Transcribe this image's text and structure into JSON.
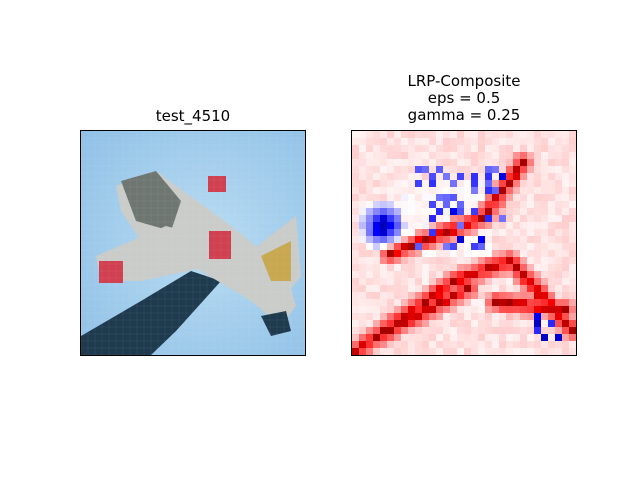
{
  "panels": {
    "left": {
      "title": "test_4510"
    },
    "right": {
      "title_lines": [
        "LRP-Composite",
        "eps = 0.5",
        "gamma = 0.25"
      ]
    }
  },
  "colors": {
    "sky": "#b9dcf3",
    "sky_dark": "#8fc0e6",
    "plane_body": "#c9ccc8",
    "plane_shadow": "#6f7672",
    "wing_dark": "#1e3a4e",
    "roundel": "#d04050",
    "tail_yellow": "#c8a850",
    "heat_red": "#e00000",
    "heat_blue": "#0000e0",
    "heat_neutral": "#ffffff"
  },
  "icons": {
    "left_image": "airplane-photo",
    "right_image": "relevance-heatmap"
  }
}
